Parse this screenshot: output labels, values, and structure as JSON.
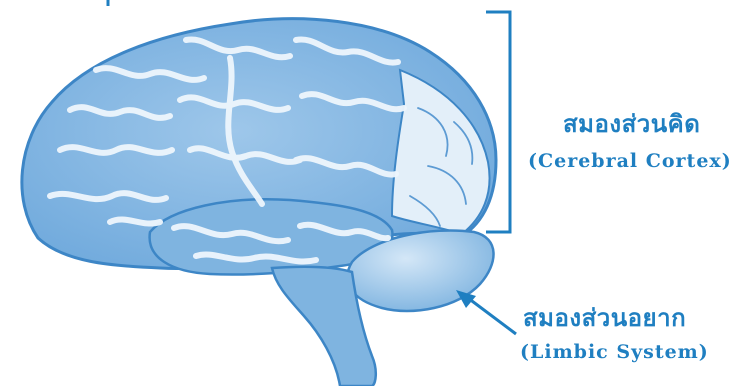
{
  "colors": {
    "label": "#1f7fc1",
    "brain_fill": "#a9cdec",
    "brain_dark": "#6aa6db",
    "brain_light": "#d4e7f7",
    "outline": "#3d86c6",
    "pointer": "#1f7fc1"
  },
  "labels": {
    "cortex_thai": "สมองส่วนคิด",
    "cortex_english": "(Cerebral Cortex)",
    "limbic_thai": "สมองส่วนอยาก",
    "limbic_english": "(Limbic System)"
  },
  "icons": {
    "illustration": "brain-illustration-icon",
    "bracket": "bracket-icon",
    "arrow": "arrow-icon"
  }
}
